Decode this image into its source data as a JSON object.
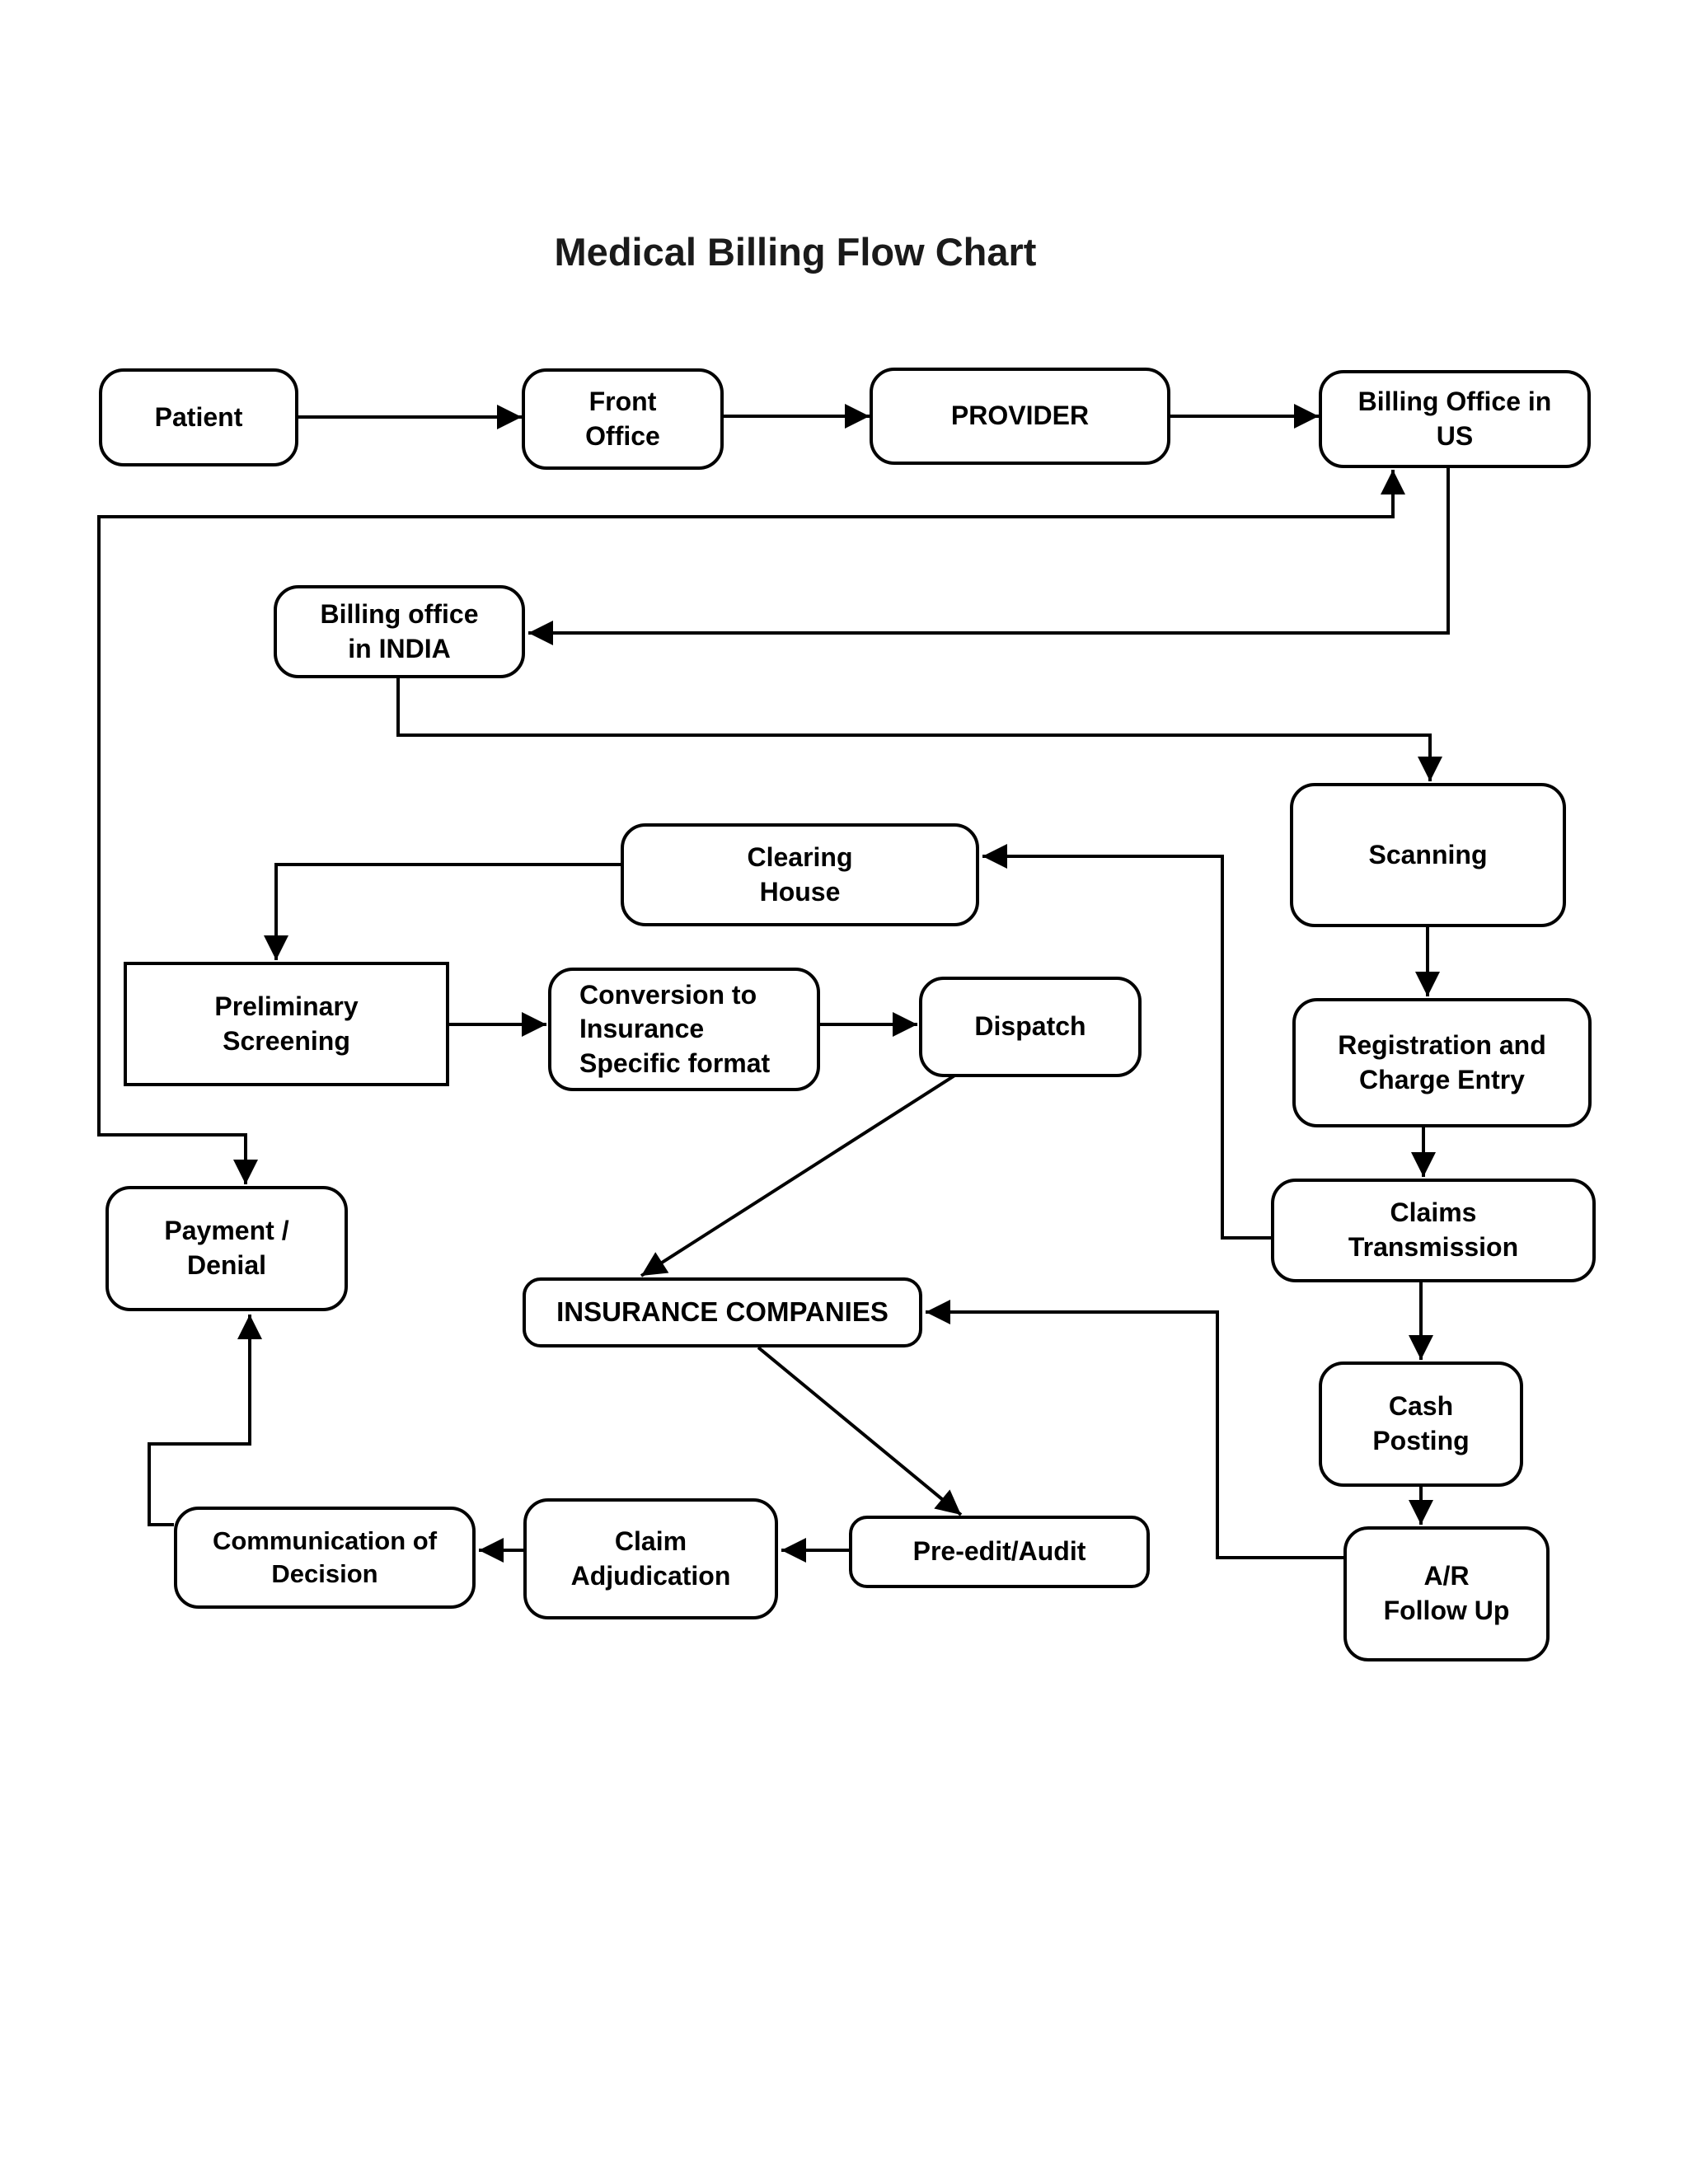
{
  "title": "Medical Billing Flow Chart",
  "colors": {
    "stroke": "#000000",
    "text": "#000000",
    "background": "#ffffff"
  },
  "nodes": {
    "patient": {
      "label": "Patient"
    },
    "front_office": {
      "label": "Front\nOffice"
    },
    "provider": {
      "label": "PROVIDER"
    },
    "billing_us": {
      "label": "Billing Office in\nUS"
    },
    "billing_india": {
      "label": "Billing office\nin INDIA"
    },
    "scanning": {
      "label": "Scanning"
    },
    "clearing_house": {
      "label": "Clearing\nHouse"
    },
    "preliminary_screening": {
      "label": "Preliminary\nScreening"
    },
    "conversion": {
      "label": "Conversion to\nInsurance\nSpecific format"
    },
    "dispatch": {
      "label": "Dispatch"
    },
    "registration": {
      "label": "Registration and\nCharge Entry"
    },
    "claims_transmission": {
      "label": "Claims\nTransmission"
    },
    "payment_denial": {
      "label": "Payment /\nDenial"
    },
    "insurance_companies": {
      "label": "INSURANCE COMPANIES"
    },
    "cash_posting": {
      "label": "Cash\nPosting"
    },
    "ar_follow_up": {
      "label": "A/R\nFollow Up"
    },
    "communication_of_decision": {
      "label": "Communication of\nDecision"
    },
    "claim_adjudication": {
      "label": "Claim\nAdjudication"
    },
    "pre_edit_audit": {
      "label": "Pre-edit/Audit"
    }
  },
  "edges": [
    {
      "from": "Patient",
      "to": "Front Office"
    },
    {
      "from": "Front Office",
      "to": "PROVIDER"
    },
    {
      "from": "PROVIDER",
      "to": "Billing Office in US"
    },
    {
      "from": "Billing Office in US",
      "to": "Billing office in INDIA"
    },
    {
      "from": "Billing office in INDIA",
      "to": "Scanning"
    },
    {
      "from": "Scanning",
      "to": "Registration and Charge Entry"
    },
    {
      "from": "Registration and Charge Entry",
      "to": "Claims Transmission"
    },
    {
      "from": "Claims Transmission",
      "to": "Clearing House"
    },
    {
      "from": "Claims Transmission",
      "to": "Cash Posting"
    },
    {
      "from": "Clearing House",
      "to": "Preliminary Screening"
    },
    {
      "from": "Preliminary Screening",
      "to": "Conversion to Insurance Specific format"
    },
    {
      "from": "Conversion to Insurance Specific format",
      "to": "Dispatch"
    },
    {
      "from": "Dispatch",
      "to": "INSURANCE COMPANIES"
    },
    {
      "from": "Cash Posting",
      "to": "A/R Follow Up"
    },
    {
      "from": "A/R Follow Up",
      "to": "INSURANCE COMPANIES"
    },
    {
      "from": "INSURANCE COMPANIES",
      "to": "Pre-edit/Audit"
    },
    {
      "from": "Pre-edit/Audit",
      "to": "Claim Adjudication"
    },
    {
      "from": "Claim Adjudication",
      "to": "Communication of Decision"
    },
    {
      "from": "Communication of Decision",
      "to": "Payment / Denial"
    },
    {
      "from": "Payment / Denial",
      "to": "Billing Office in US",
      "bidirectional": true
    }
  ]
}
